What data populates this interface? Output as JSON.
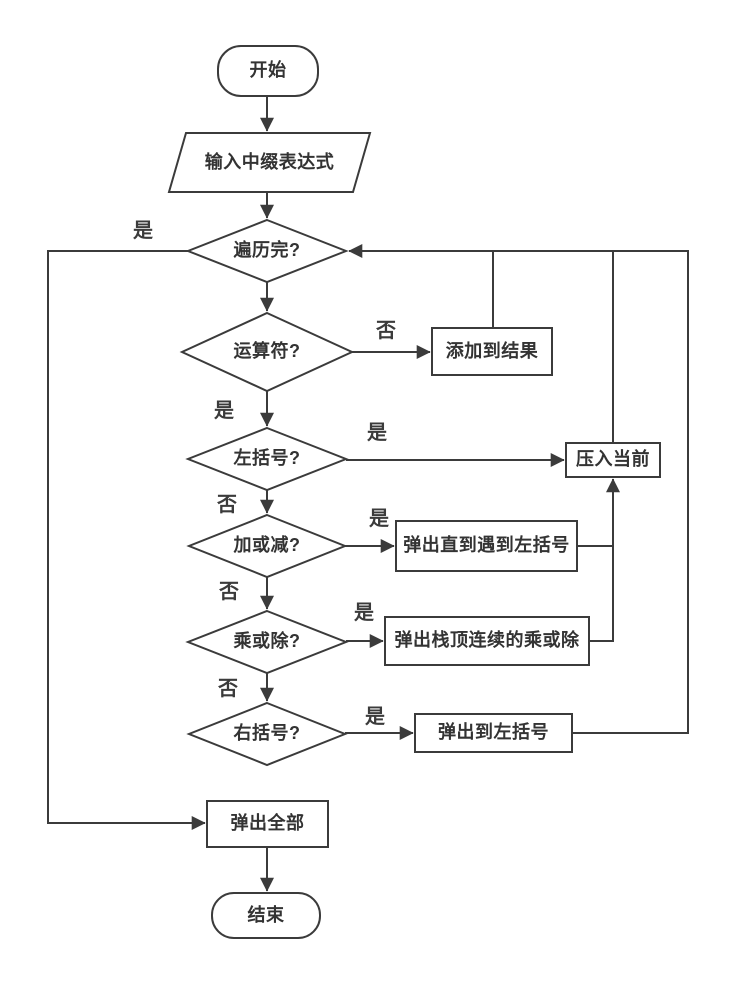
{
  "diagram": {
    "background": "#ffffff",
    "stroke_color": "#3b3b3b",
    "text_color": "#333333",
    "nodes": {
      "start": "开始",
      "input": "输入中缀表达式",
      "traverse_done": "遍历完?",
      "is_operator": "运算符?",
      "append_result": "添加到结果",
      "is_left_paren": "左括号?",
      "push_current": "压入当前",
      "is_add_sub": "加或减?",
      "pop_until_left_paren": "弹出直到遇到左括号",
      "is_mul_div": "乘或除?",
      "pop_consecutive_mul_div": "弹出栈顶连续的乘或除",
      "is_right_paren": "右括号?",
      "pop_to_left_paren": "弹出到左括号",
      "pop_all": "弹出全部",
      "end": "结束"
    },
    "edge_labels": {
      "yes_traverse_done": "是",
      "no_is_operator": "否",
      "yes_is_operator": "是",
      "yes_left_paren": "是",
      "no_left_paren": "否",
      "yes_add_sub": "是",
      "no_add_sub": "否",
      "yes_mul_div": "是",
      "no_mul_div": "否",
      "yes_right_paren": "是"
    }
  }
}
